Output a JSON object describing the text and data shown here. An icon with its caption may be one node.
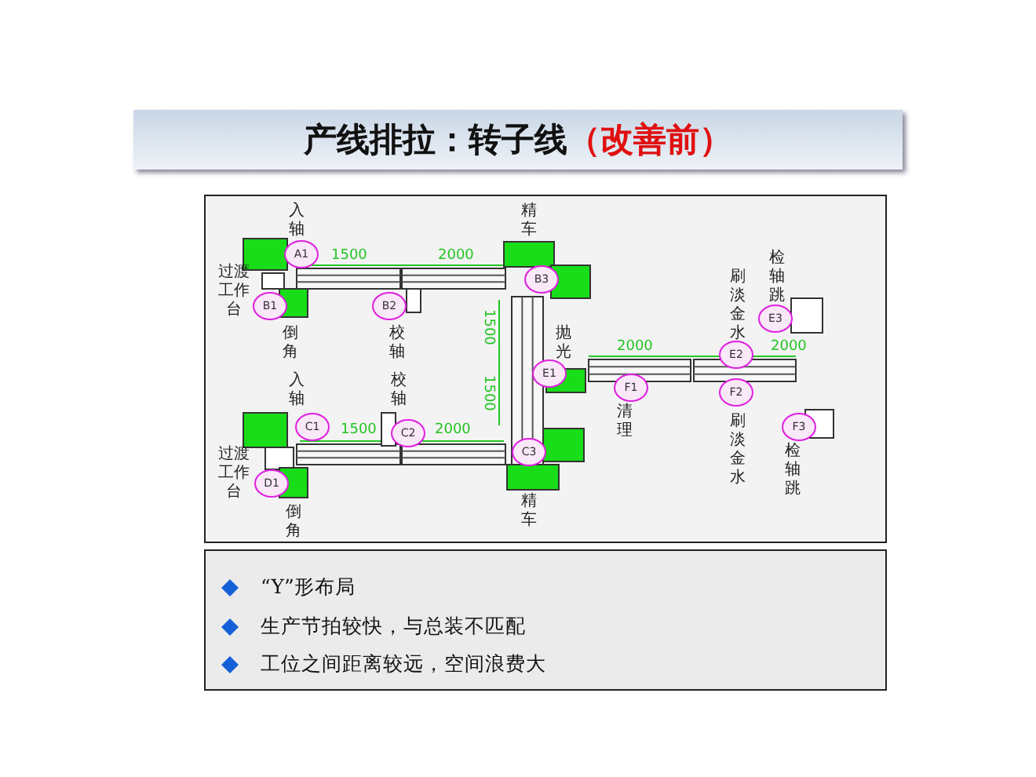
{
  "diagram": {
    "title": "产线排拉：转子线**（改善前）**",
    "nodes": [
      {
        "text": [
          "A1"
        ],
        "beside": [
          "入轴"
        ]
      },
      {
        "text": [
          "B3"
        ],
        "beside": [
          "精车"
        ]
      },
      {
        "text": [
          "B1"
        ],
        "beside": [
          "倒角"
        ]
      },
      {
        "text": [
          "B2"
        ],
        "beside": [
          "校轴"
        ]
      },
      {
        "text": [
          "E3"
        ],
        "beside": [
          "检轴跳"
        ]
      },
      {
        "text": [
          "E2"
        ],
        "beside": [
          "刷淡金水"
        ]
      },
      {
        "text": [
          "E1"
        ],
        "beside": [
          "抛光"
        ]
      },
      {
        "text": [
          "F1"
        ],
        "beside": [
          "清理"
        ]
      },
      {
        "text": [
          "F2"
        ],
        "beside": [
          "刷淡金水"
        ]
      },
      {
        "text": [
          "F3"
        ],
        "beside": [
          "检轴跳"
        ]
      },
      {
        "text": [
          "C1"
        ],
        "beside": [
          "入轴"
        ]
      },
      {
        "text": [
          "C2"
        ],
        "beside": [
          "校轴"
        ]
      },
      {
        "text": [
          "C3"
        ],
        "beside": [
          "精车"
        ]
      },
      {
        "text": [
          "D1"
        ],
        "beside": [
          "倒角"
        ]
      }
    ],
    "edges": [],
    "labels": [
      "1500",
      "2000",
      "过渡工作台",
      "1500",
      "2000",
      "2000",
      "1500",
      "1500",
      "2000",
      "过渡工作台",
      "“Y”形布局",
      "生产节拍较快，与总装不匹配",
      "工位之间距离较远，空间浪费大"
    ]
  }
}
